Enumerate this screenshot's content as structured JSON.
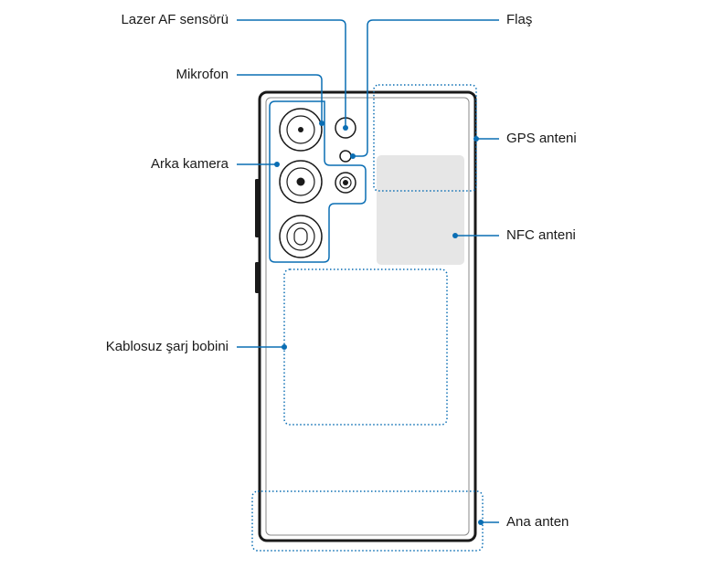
{
  "labels": {
    "laser_af": "Lazer AF sensörü",
    "microphone": "Mikrofon",
    "rear_camera": "Arka kamera",
    "wireless_coil": "Kablosuz şarj bobini",
    "flash": "Flaş",
    "gps_antenna": "GPS anteni",
    "nfc_antenna": "NFC anteni",
    "main_antenna": "Ana anten"
  },
  "colors": {
    "callout": "#0a6eb4",
    "phone_outline": "#1a1a1a",
    "nfc_fill": "#e6e6e6",
    "text": "#1a1a1a"
  }
}
